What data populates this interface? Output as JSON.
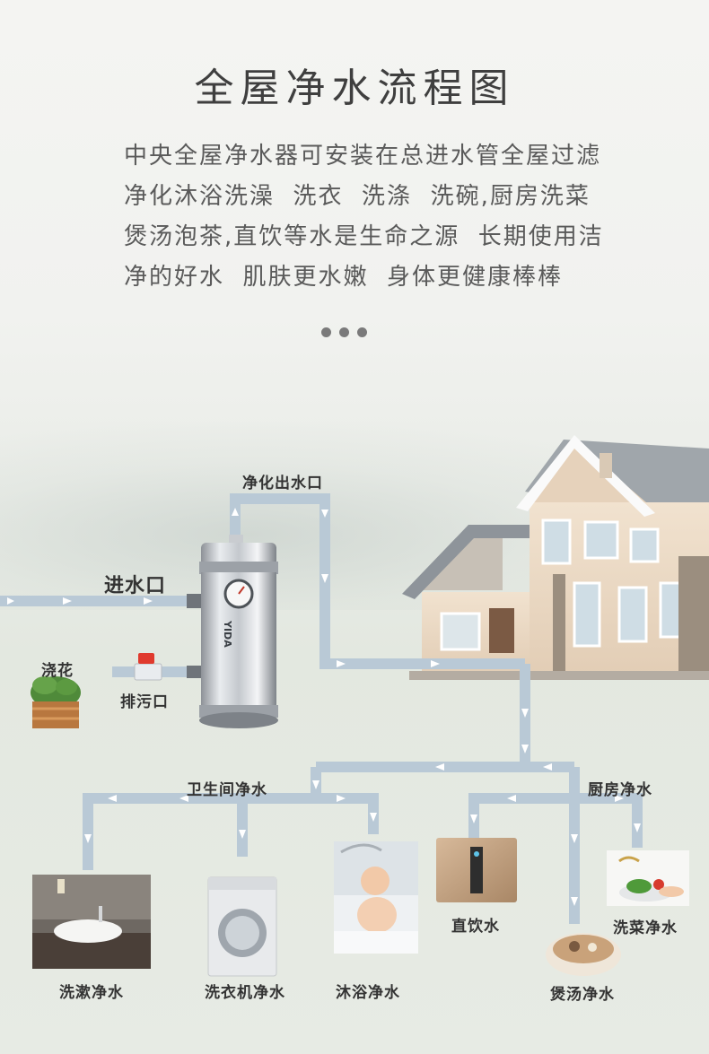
{
  "title": "全屋净水流程图",
  "intro_lines": [
    "中央全屋净水器可安装在总进水管全屋过滤",
    "净化沐浴洗澡  洗衣  洗涤  洗碗,厨房洗菜",
    "煲汤泡茶,直饮等水是生命之源  长期使用洁",
    "净的好水  肌肤更水嫩  身体更健康棒棒"
  ],
  "labels": {
    "outlet": "净化出水口",
    "inlet": "进水口",
    "flower": "浇花",
    "drain": "排污口",
    "bathroom": "卫生间净水",
    "kitchen": "厨房净水",
    "wash_face": "洗漱净水",
    "washer": "洗衣机净水",
    "shower": "沐浴净水",
    "direct_drink": "直饮水",
    "soup": "煲汤净水",
    "vegetables": "洗菜净水"
  },
  "product_brand": "YIDA",
  "colors": {
    "pipe": "#b9c9d6",
    "pipe_arrow": "#ffffff",
    "title": "#3f3f3f",
    "text": "#5a5a5a"
  }
}
